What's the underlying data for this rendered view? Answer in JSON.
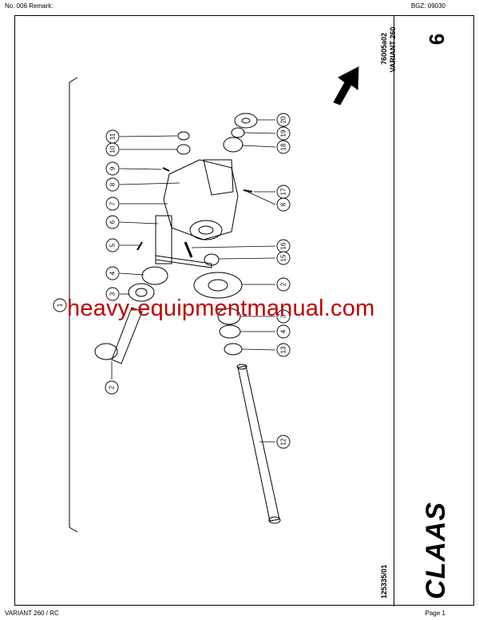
{
  "header": {
    "left": "No. 006   Remark:",
    "right": "BGZ: 09030"
  },
  "footer": {
    "left": "VARIANT 260 / RC",
    "right": "Page 1"
  },
  "sidebar": {
    "page_number": "6",
    "brand_logo": "CLAAS",
    "doc_code": "125335/01"
  },
  "drawing": {
    "ref_code": "76005a02",
    "model": "VARIANT 260",
    "callouts_left": [
      "11",
      "10",
      "9",
      "8",
      "7",
      "6",
      "5",
      "4",
      "3",
      "1",
      "2"
    ],
    "callouts_right": [
      "20",
      "19",
      "18",
      "17",
      "8",
      "16",
      "15",
      "2",
      "3",
      "4",
      "13",
      "12"
    ]
  },
  "watermark": "heavy-equipmentmanual.com",
  "colors": {
    "watermark": "#c00000",
    "line": "#000000"
  }
}
